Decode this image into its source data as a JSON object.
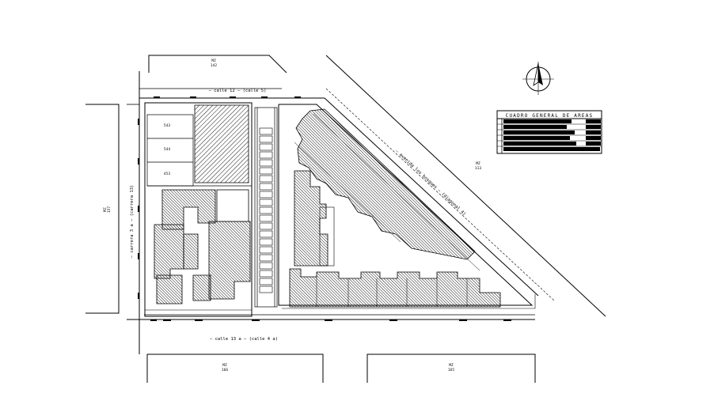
{
  "blocks": {
    "top_left": {
      "code": "MZ",
      "number": "142"
    },
    "left": {
      "code": "MZ",
      "number": "157"
    },
    "right": {
      "code": "MZ",
      "number": "113"
    },
    "bottom_left": {
      "code": "MZ",
      "number": "166"
    },
    "bottom_right": {
      "code": "MZ",
      "number": "165"
    }
  },
  "streets": {
    "top": "— calle 12 — (calle 5)",
    "bottom": "— calle 13 a — (calle 4 a)",
    "left": "— carrera 3 a — (carrera 13)",
    "diagonal": "— avenida los bosques — (diagonal 4)"
  },
  "lots": [
    "543",
    "544",
    "453"
  ],
  "areas_table": {
    "title": "CUADRO GENERAL DE AREAS",
    "rows": 6
  },
  "north_arrow": {
    "icon": "north-arrow-icon"
  },
  "colors": {
    "line": "#000000",
    "background": "#ffffff"
  }
}
